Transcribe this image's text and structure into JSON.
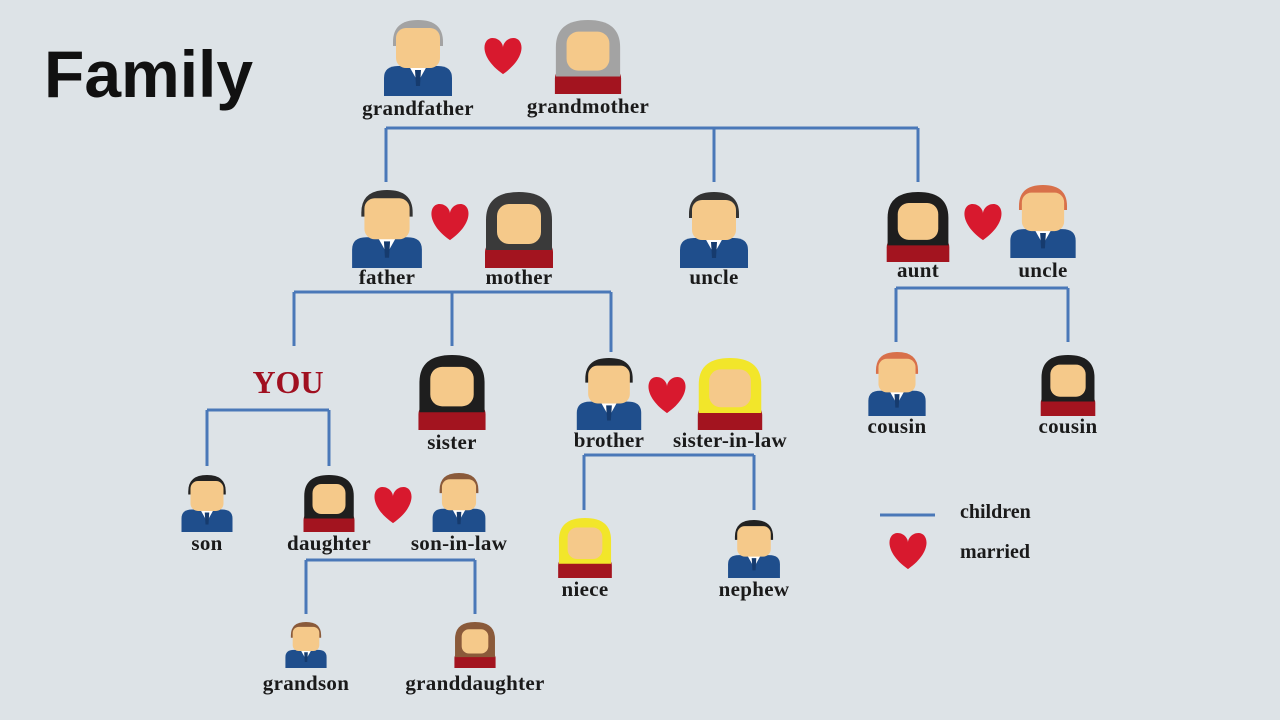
{
  "title": "Family",
  "you_label": "YOU",
  "people": [
    {
      "id": "grandfather",
      "label": "grandfather",
      "gender": "m",
      "hair": "#a3a3a3"
    },
    {
      "id": "grandmother",
      "label": "grandmother",
      "gender": "f",
      "hair": "#a3a3a3"
    },
    {
      "id": "father",
      "label": "father",
      "gender": "m",
      "hair": "#333333"
    },
    {
      "id": "mother",
      "label": "mother",
      "gender": "f",
      "hair": "#3a3a3a"
    },
    {
      "id": "uncle",
      "label": "uncle",
      "gender": "m",
      "hair": "#333333"
    },
    {
      "id": "aunt",
      "label": "aunt",
      "gender": "f",
      "hair": "#1e1e1e"
    },
    {
      "id": "uncle-in-law",
      "label": "uncle",
      "gender": "m",
      "hair": "#d8704a"
    },
    {
      "id": "sister",
      "label": "sister",
      "gender": "f",
      "hair": "#1e1e1e"
    },
    {
      "id": "brother",
      "label": "brother",
      "gender": "m",
      "hair": "#222222"
    },
    {
      "id": "sister-in-law",
      "label": "sister-in-law",
      "gender": "f",
      "hair": "#f2e62a"
    },
    {
      "id": "cousin-1",
      "label": "cousin",
      "gender": "m",
      "hair": "#d8704a"
    },
    {
      "id": "cousin-2",
      "label": "cousin",
      "gender": "f",
      "hair": "#1e1e1e"
    },
    {
      "id": "son",
      "label": "son",
      "gender": "m",
      "hair": "#222222"
    },
    {
      "id": "daughter",
      "label": "daughter",
      "gender": "f",
      "hair": "#1e1e1e"
    },
    {
      "id": "son-in-law",
      "label": "son-in-law",
      "gender": "m",
      "hair": "#8a5a3a"
    },
    {
      "id": "niece",
      "label": "niece",
      "gender": "f",
      "hair": "#f2e62a"
    },
    {
      "id": "nephew",
      "label": "nephew",
      "gender": "m",
      "hair": "#222222"
    },
    {
      "id": "grandson",
      "label": "grandson",
      "gender": "m",
      "hair": "#8a5a3a"
    },
    {
      "id": "granddaughter",
      "label": "granddaughter",
      "gender": "f",
      "hair": "#8a5a3a"
    }
  ],
  "legend": {
    "children": "children",
    "married": "married"
  },
  "colors": {
    "line": "#4a78b8",
    "heart": "#d8192e",
    "suit": "#1f4e8c",
    "dress": "#a3141f",
    "skin": "#f5c98a",
    "background": "#dde3e7"
  }
}
